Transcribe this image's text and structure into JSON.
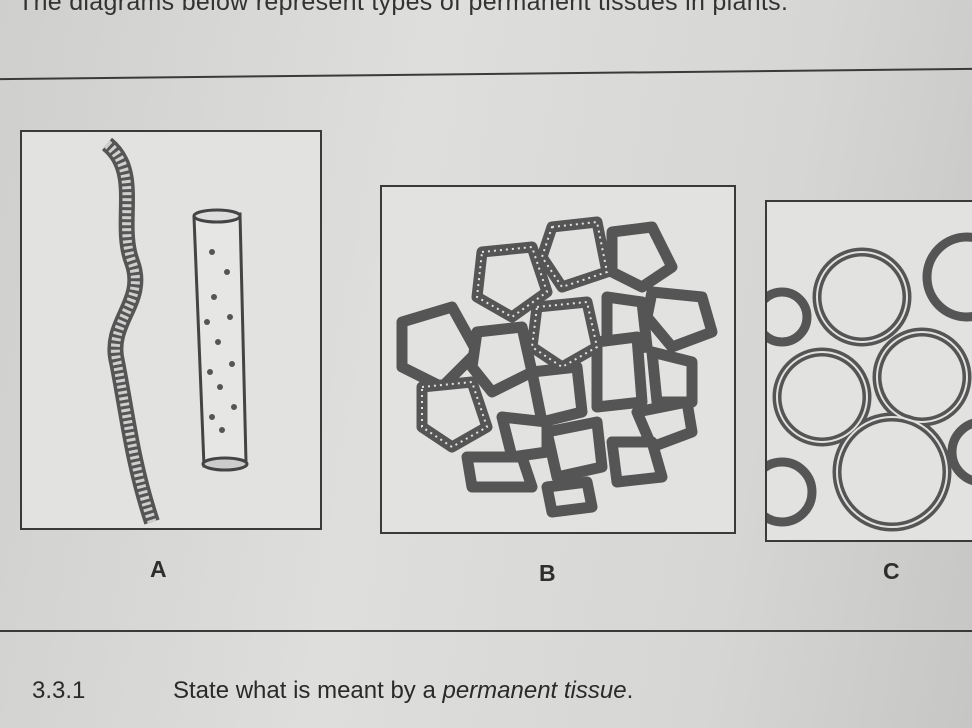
{
  "intro_text": "The diagrams below represent types of permanent tissues in plants.",
  "diagrams": [
    {
      "label": "A"
    },
    {
      "label": "B"
    },
    {
      "label": "C"
    }
  ],
  "question": {
    "number": "3.3.1",
    "text_before": "State what is meant by a ",
    "text_italic": "permanent tissue",
    "text_after": "."
  }
}
